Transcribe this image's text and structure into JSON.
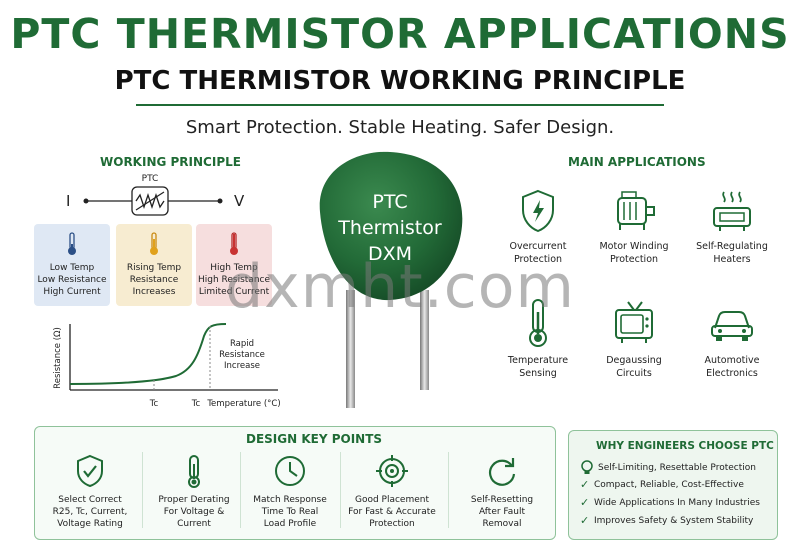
{
  "header": {
    "title": "PTC THERMISTOR APPLICATIONS",
    "subtitle": "PTC THERMISTOR WORKING PRINCIPLE",
    "tagline": "Smart Protection. Stable Heating. Safer Design."
  },
  "working_principle": {
    "title": "WORKING PRINCIPLE",
    "circuit": {
      "label": "PTC",
      "current": "I",
      "voltage": "V"
    },
    "cards": [
      {
        "line1": "Low Temp",
        "line2": "Low Resistance",
        "line3": "High Current"
      },
      {
        "line1": "Rising Temp",
        "line2": "Resistance",
        "line3": "Increases"
      },
      {
        "line1": "High Temp",
        "line2": "High Resistance",
        "line3": "Limited Current"
      }
    ],
    "graph": {
      "ylabel": "Resistance (Ω)",
      "xlabel": "Temperature (°C)",
      "tick1": "Tc",
      "tick2": "Tc",
      "annotation_line1": "Rapid",
      "annotation_line2": "Resistance",
      "annotation_line3": "Increase"
    }
  },
  "component": {
    "line1": "PTC",
    "line2": "Thermistor",
    "line3": "DXM",
    "body_color": "#226a37"
  },
  "applications": {
    "title": "MAIN APPLICATIONS",
    "items": [
      {
        "line1": "Overcurrent",
        "line2": "Protection",
        "icon": "shield-bolt-icon"
      },
      {
        "line1": "Motor Winding",
        "line2": "Protection",
        "icon": "motor-icon"
      },
      {
        "line1": "Self-Regulating",
        "line2": "Heaters",
        "icon": "heater-icon"
      },
      {
        "line1": "Temperature",
        "line2": "Sensing",
        "icon": "thermometer-icon"
      },
      {
        "line1": "Degaussing",
        "line2": "Circuits",
        "icon": "tv-icon"
      },
      {
        "line1": "Automotive",
        "line2": "Electronics",
        "icon": "car-icon"
      }
    ]
  },
  "design": {
    "title": "DESIGN KEY POINTS",
    "items": [
      {
        "line1": "Select Correct",
        "line2": "R25, Tc, Current,",
        "line3": "Voltage Rating",
        "icon": "shield-check-icon"
      },
      {
        "line1": "Proper Derating",
        "line2": "For Voltage &",
        "line3": "Current",
        "icon": "thermometer-icon"
      },
      {
        "line1": "Match Response",
        "line2": "Time To Real",
        "line3": "Load Profile",
        "icon": "clock-icon"
      },
      {
        "line1": "Good Placement",
        "line2": "For Fast & Accurate",
        "line3": "Protection",
        "icon": "target-icon"
      },
      {
        "line1": "Self-Resetting",
        "line2": "After Fault",
        "line3": "Removal",
        "icon": "refresh-icon"
      }
    ]
  },
  "why": {
    "title": "WHY ENGINEERS CHOOSE PTC",
    "items": [
      "Self-Limiting, Resettable Protection",
      "Compact, Reliable, Cost-Effective",
      "Wide Applications In Many Industries",
      "Improves Safety & System Stability"
    ]
  },
  "watermark": "dxmht.com",
  "colors": {
    "brand_green": "#1f6b35",
    "low_card": "#dfe8f4",
    "rising_card": "#f7ecd1",
    "high_card": "#f6dede"
  }
}
